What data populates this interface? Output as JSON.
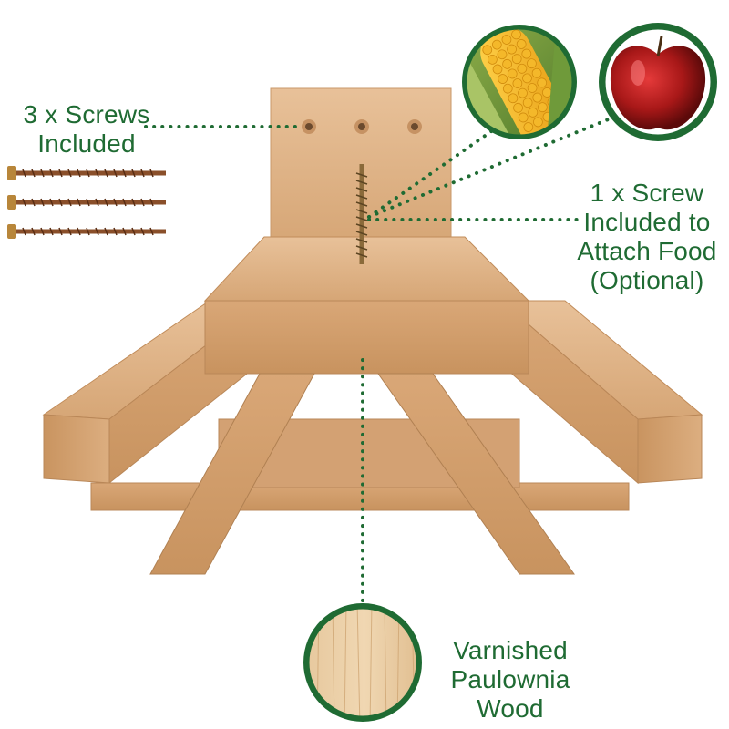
{
  "screws_callout": {
    "line1": "3 x Screws",
    "line2": "Included"
  },
  "food_callout": {
    "line1": "1 x  Screw",
    "line2": "Included to",
    "line3": "Attach Food",
    "line4": "(Optional)"
  },
  "wood_callout": {
    "line1": "Varnished",
    "line2": "Paulownia Wood"
  },
  "colors": {
    "accent_green": "#1f6b33",
    "wood": "#d9a97a",
    "wood_dark": "#b98758"
  }
}
